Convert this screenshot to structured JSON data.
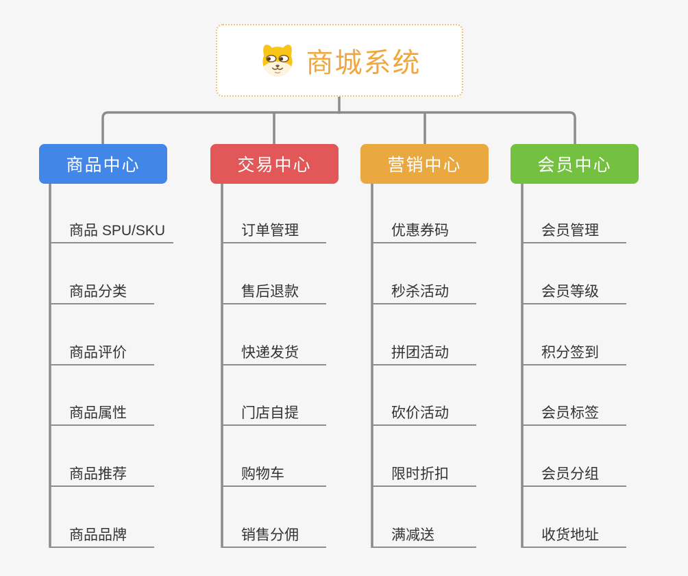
{
  "canvas": {
    "background": "#f6f6f6",
    "connector_color": "#8b8b8b",
    "leaf_line_color": "#8d8d8d",
    "leaf_text_color": "#333333"
  },
  "root": {
    "title": "商城系统",
    "title_color": "#f0a73e",
    "border_color": "#f3c36b",
    "icon": "shiba-dog-icon"
  },
  "branches": [
    {
      "id": "product",
      "label": "商品中心",
      "color": "#4287e8",
      "items": [
        "商品 SPU/SKU",
        "商品分类",
        "商品评价",
        "商品属性",
        "商品推荐",
        "商品品牌"
      ]
    },
    {
      "id": "trade",
      "label": "交易中心",
      "color": "#e25858",
      "items": [
        "订单管理",
        "售后退款",
        "快递发货",
        "门店自提",
        "购物车",
        "销售分佣"
      ]
    },
    {
      "id": "marketing",
      "label": "营销中心",
      "color": "#eaa840",
      "items": [
        "优惠券码",
        "秒杀活动",
        "拼团活动",
        "砍价活动",
        "限时折扣",
        "满减送"
      ]
    },
    {
      "id": "member",
      "label": "会员中心",
      "color": "#74c041",
      "items": [
        "会员管理",
        "会员等级",
        "积分签到",
        "会员标签",
        "会员分组",
        "收货地址"
      ]
    }
  ]
}
